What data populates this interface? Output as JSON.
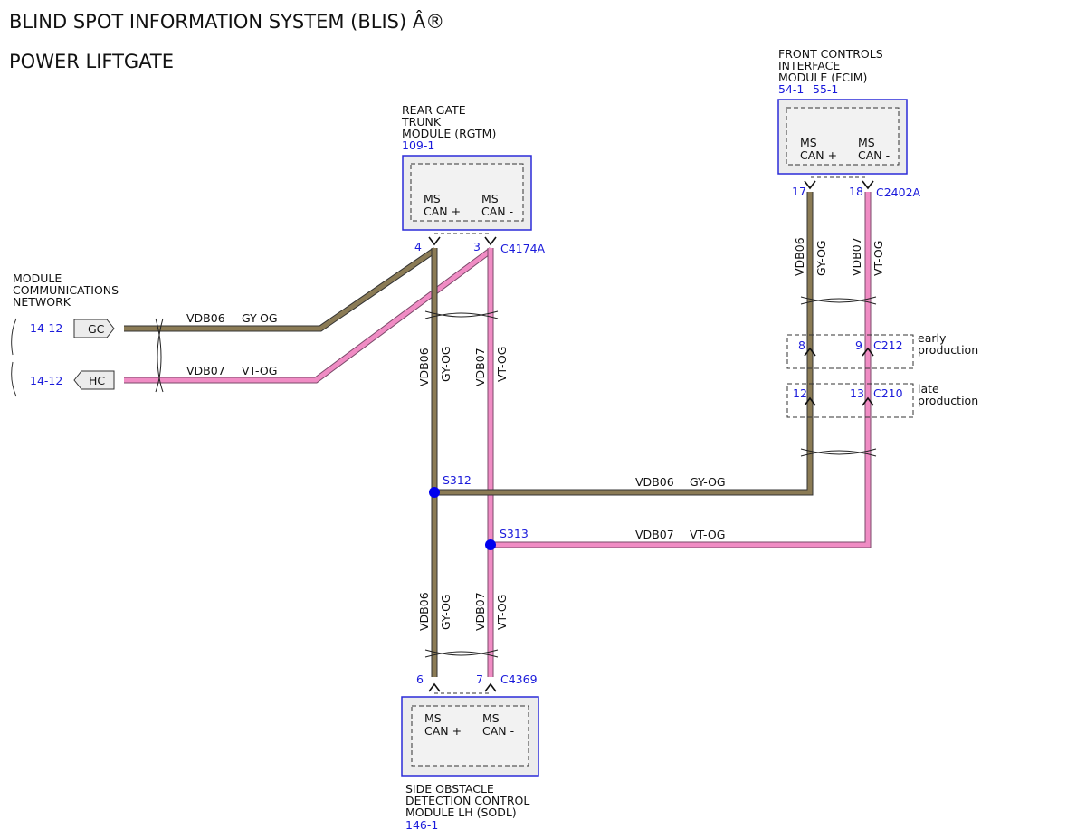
{
  "titles": {
    "line1": "BLIND SPOT INFORMATION SYSTEM (BLIS) Â®",
    "line2": "POWER LIFTGATE"
  },
  "colors": {
    "gy_og_wire": "#8b7b55",
    "vt_og_wire": "#f08cc4",
    "module_border": "#2b2bd8",
    "ref_text": "#1a1adb",
    "splice_dot": "#0000ee"
  },
  "modules": {
    "rgtm": {
      "name_lines": [
        "REAR GATE",
        "TRUNK",
        "MODULE (RGTM)"
      ],
      "ref": "109-1",
      "pin_a": {
        "line1": "MS",
        "line2": "CAN +"
      },
      "pin_b": {
        "line1": "MS",
        "line2": "CAN -"
      },
      "pin_a_num": "4",
      "pin_b_num": "3",
      "connector": "C4174A"
    },
    "fcim": {
      "name_lines": [
        "FRONT CONTROLS",
        "INTERFACE",
        "MODULE (FCIM)"
      ],
      "ref_a": "54-1",
      "ref_b": "55-1",
      "pin_a": {
        "line1": "MS",
        "line2": "CAN +"
      },
      "pin_b": {
        "line1": "MS",
        "line2": "CAN -"
      },
      "pin_a_num": "17",
      "pin_b_num": "18",
      "connector": "C2402A"
    },
    "sodl": {
      "name_lines": [
        "SIDE OBSTACLE",
        "DETECTION CONTROL",
        "MODULE LH (SODL)"
      ],
      "ref": "146-1",
      "pin_a": {
        "line1": "MS",
        "line2": "CAN +"
      },
      "pin_b": {
        "line1": "MS",
        "line2": "CAN -"
      },
      "pin_a_num": "6",
      "pin_b_num": "7",
      "connector": "C4369"
    }
  },
  "network": {
    "name_lines": [
      "MODULE",
      "COMMUNICATIONS",
      "NETWORK"
    ],
    "gc": {
      "ref": "14-12",
      "tag": "GC"
    },
    "hc": {
      "ref": "14-12",
      "tag": "HC"
    }
  },
  "inline_connectors": {
    "c212": {
      "pin_a": "8",
      "pin_b": "9",
      "name": "C212",
      "note_lines": [
        "early",
        "production"
      ]
    },
    "c210": {
      "pin_a": "12",
      "pin_b": "13",
      "name": "C210",
      "note_lines": [
        "late",
        "production"
      ]
    }
  },
  "splices": {
    "s312": "S312",
    "s313": "S313"
  },
  "wires": {
    "can_plus": {
      "circuit": "VDB06",
      "color": "GY-OG"
    },
    "can_minus": {
      "circuit": "VDB07",
      "color": "VT-OG"
    }
  }
}
